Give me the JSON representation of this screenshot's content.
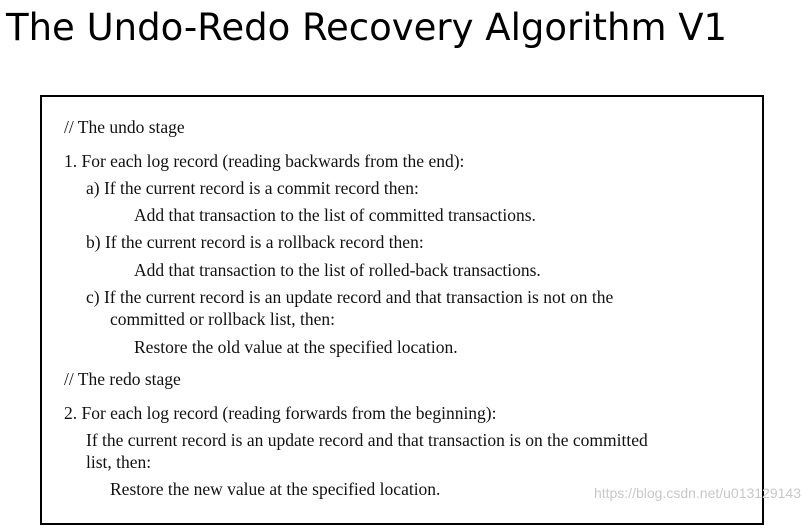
{
  "slide": {
    "title": "The Undo-Redo Recovery Algorithm V1"
  },
  "algorithm": {
    "undo_comment": "// The undo stage",
    "step1": "1. For each log record (reading backwards from the end):",
    "step1a": "a) If the current record is a commit record then:",
    "step1a_action": "Add that transaction to the list of committed transactions.",
    "step1b": "b) If the current record is a rollback record then:",
    "step1b_action": "Add that transaction to the list of rolled-back transactions.",
    "step1c_line1": "c) If the current record is an update record and that transaction is not on the",
    "step1c_line2": "committed or rollback list, then:",
    "step1c_action": "Restore the old value at the specified location.",
    "redo_comment": "// The redo stage",
    "step2": "2. For each log record (reading forwards from the beginning):",
    "step2_line1": "If the current record is an update record and that transaction is on the committed",
    "step2_line2": "list, then:",
    "step2_action": "Restore the new value at the specified location."
  },
  "watermark": {
    "text": "https://blog.csdn.net/u013129143"
  }
}
